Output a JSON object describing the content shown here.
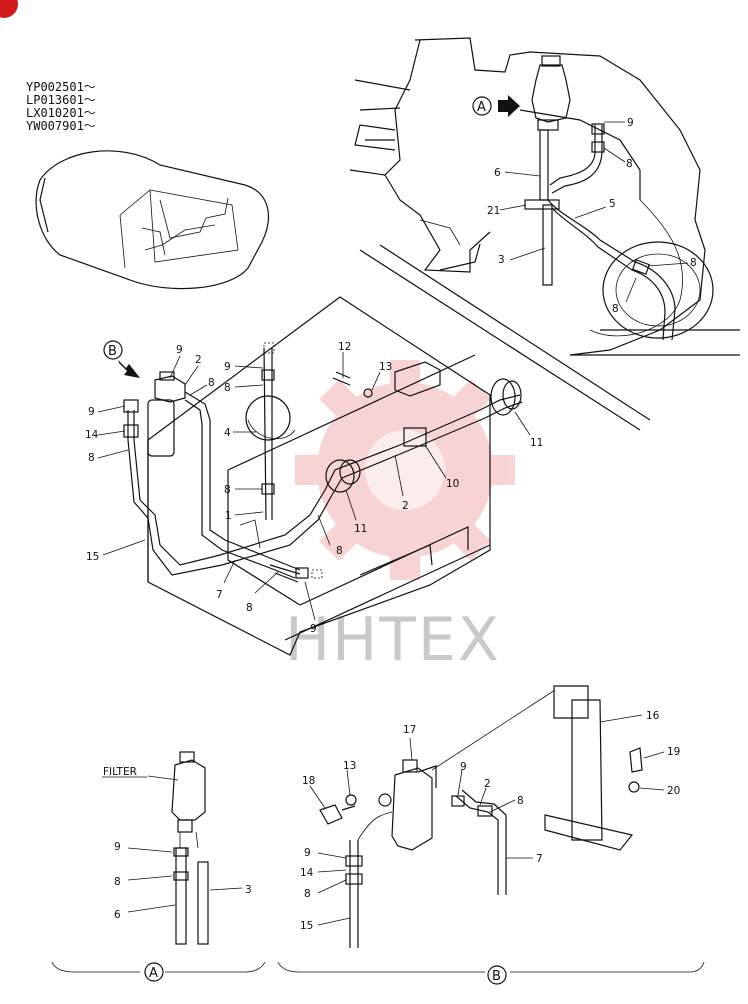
{
  "serials": [
    "YP002501～",
    "LP013601～",
    "LX010201～",
    "YW007901～"
  ],
  "view_markers": {
    "a": "A",
    "b": "B"
  },
  "filter_label": "FILTER",
  "watermark": "HHTEX",
  "colors": {
    "line": "#111111",
    "corner": "#d11a1a",
    "watermark_gear": "#f6c5c5"
  },
  "callouts_top": {
    "c9": "9",
    "c8": "8",
    "c6": "6",
    "c5": "5",
    "c21": "21",
    "c3": "3",
    "c8b": "8",
    "c8c": "8"
  },
  "callouts_mid": {
    "c9a": "9",
    "c2": "2",
    "c8a": "8",
    "c9b": "9",
    "c14": "14",
    "c8b": "8",
    "c15": "15",
    "c9c": "9",
    "c8c": "8",
    "c4": "4",
    "c8d": "8",
    "c1": "1",
    "c7": "7",
    "c8e": "8",
    "c9d": "9",
    "c8f": "8",
    "c12": "12",
    "c13": "13",
    "c10": "10",
    "c11a": "11",
    "c11b": "11",
    "c2b": "2"
  },
  "callouts_a": {
    "c9": "9",
    "c8": "8",
    "c6": "6",
    "c3": "3"
  },
  "callouts_b": {
    "c17": "17",
    "c18": "18",
    "c13": "13",
    "c9a": "9",
    "c2": "2",
    "c8a": "8",
    "c7": "7",
    "c9b": "9",
    "c14": "14",
    "c8b": "8",
    "c15": "15",
    "c16": "16",
    "c19": "19",
    "c20": "20"
  }
}
